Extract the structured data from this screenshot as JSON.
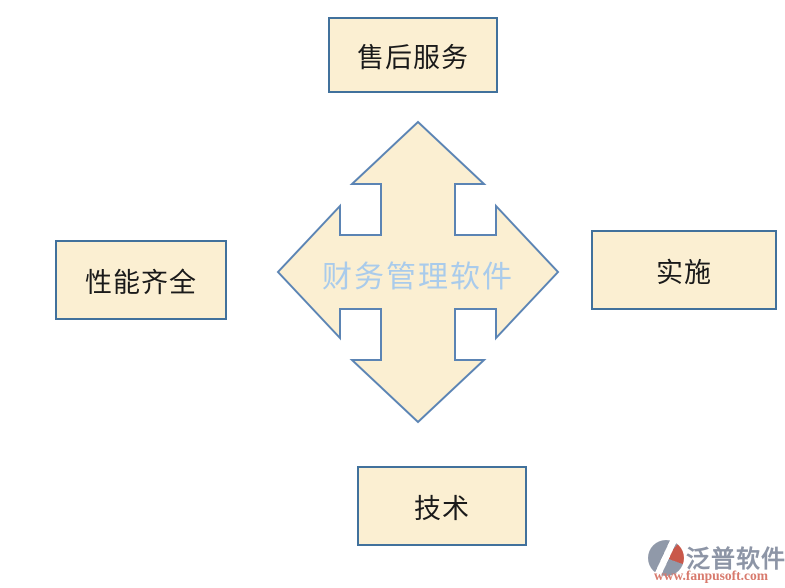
{
  "page": {
    "background": "#ffffff"
  },
  "diagram": {
    "type": "quad-arrow-relationship",
    "center_label": "财务管理软件",
    "nodes": [
      {
        "id": "top",
        "label": "售后服务"
      },
      {
        "id": "left",
        "label": "性能齐全"
      },
      {
        "id": "right",
        "label": "实施"
      },
      {
        "id": "bottom",
        "label": "技术"
      }
    ],
    "colors": {
      "node_fill": "#FBEFD2",
      "node_border": "#41719C",
      "node_text": "#1A1A1A",
      "arrow_fill": "#FBEFD2",
      "arrow_stroke": "#5B84B4",
      "center_text": "#A9CBEB"
    }
  },
  "watermark": {
    "icon": "fanpu-logo-icon",
    "brand": "泛普软件",
    "url": "www.fanpusoft.com",
    "colors": {
      "brand": "#8D95A6",
      "url": "#D87A6D",
      "icon_gray": "#9099A9",
      "icon_red": "#C9584A"
    }
  }
}
